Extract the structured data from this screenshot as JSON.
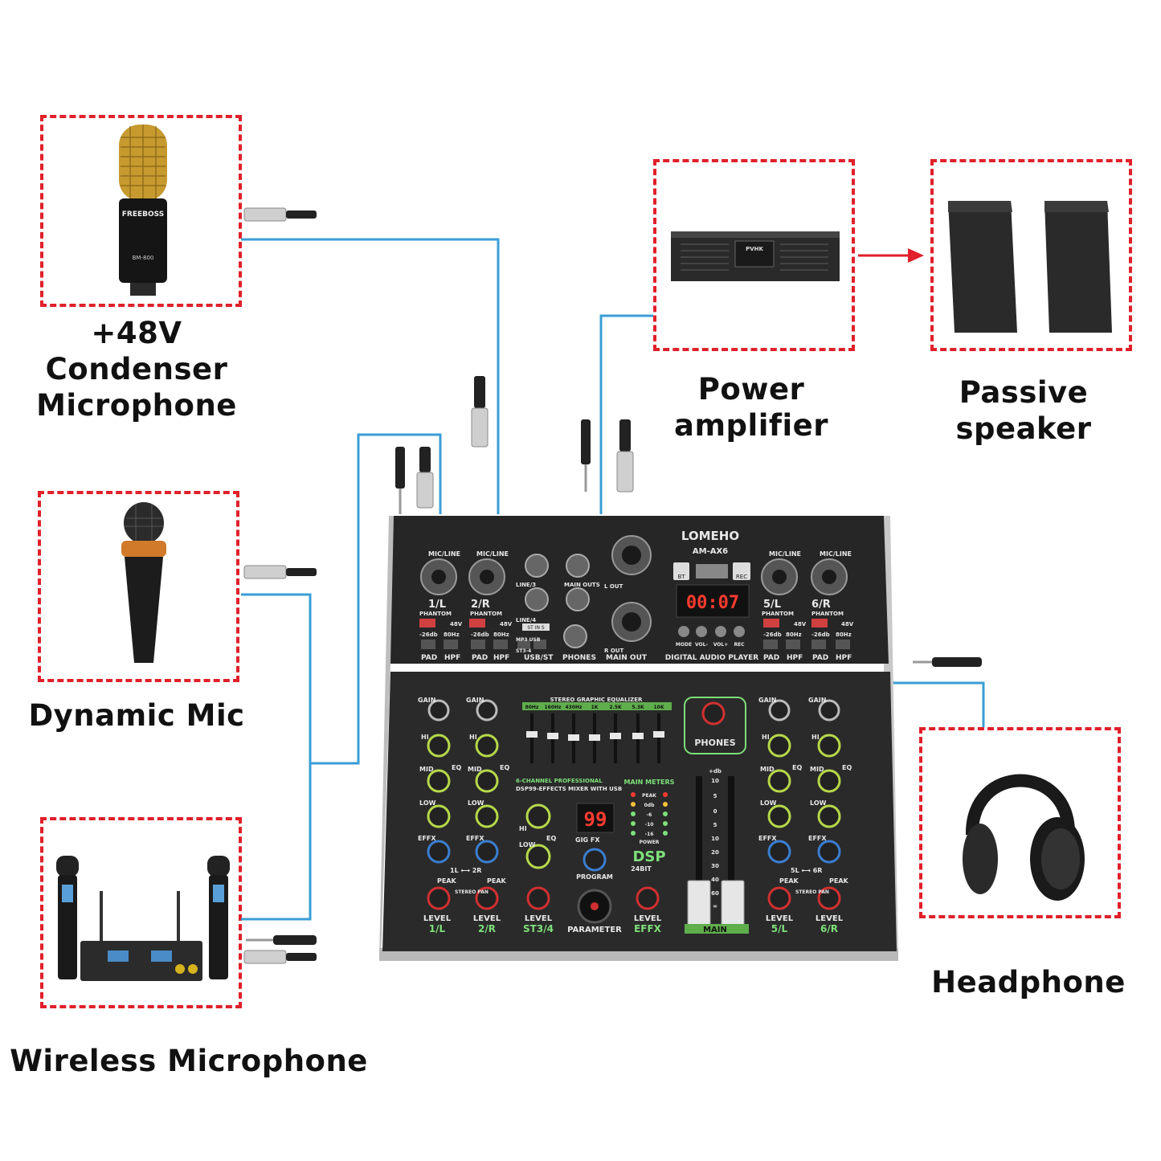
{
  "devices": {
    "condenser_mic": {
      "label_line1": "+48V",
      "label_line2": "Condenser",
      "label_line3": "Microphone",
      "brand": "FREEBOSS",
      "model": "BM-800"
    },
    "dynamic_mic": {
      "label": "Dynamic Mic"
    },
    "wireless_mic": {
      "label": "Wireless Microphone"
    },
    "power_amplifier": {
      "label": "Power amplifier",
      "brand": "PVHK"
    },
    "passive_speaker": {
      "label": "Passive speaker"
    },
    "headphone": {
      "label": "Headphone"
    }
  },
  "mixer": {
    "brand": "LOMEHO",
    "model": "AM-AX6",
    "display_time": "00:07",
    "effects_display": "99",
    "subtitle_line1": "6-CHANNEL PROFESSIONAL",
    "subtitle_line2": "DSP99-EFFECTS MIXER WITH USB",
    "dsp_label": "DSP",
    "dsp_bits": "24BIT",
    "graphic_eq_title": "STEREO GRAPHIC EQUALIZER",
    "eq_bands": [
      "80Hz",
      "160Hz",
      "430Hz",
      "1K",
      "2.5K",
      "5.3K",
      "10K"
    ],
    "top_labels": {
      "ch1": "1/L",
      "ch2": "2/R",
      "ch5": "5/L",
      "ch6": "6/R",
      "mic_line": "MIC/LINE",
      "phantom": "PHANTOM",
      "v48": "48V",
      "pad": "PAD",
      "hpf": "HPF",
      "minus26": "-26db",
      "hz80": "80Hz",
      "line3": "LINE/3",
      "line4": "LINE/4",
      "st_in": "ST IN S",
      "usb_st": "USB/ST",
      "mp3_usb": "MP3 USB",
      "st34": "ST3-4",
      "main_outs": "MAIN OUTS",
      "phones_jack": "PHONES",
      "l_out": "L OUT",
      "r_out": "R OUT",
      "main_out": "MAIN OUT",
      "bt": "BT",
      "rec": "REC",
      "mode": "MODE",
      "vol_minus": "VOL-",
      "vol_plus": "VOL+",
      "rec_btn": "REC",
      "digital_player": "DIGITAL AUDIO PLAYER"
    },
    "knob_labels": {
      "gain": "GAIN",
      "hi": "HI",
      "mid": "MID",
      "low": "LOW",
      "eq": "EQ",
      "effx": "EFFX",
      "peak": "PEAK",
      "level": "LEVEL",
      "stereo_pan": "STEREO PAN",
      "phones": "PHONES",
      "program": "PROGRAM",
      "parameter": "PARAMETER",
      "power": "POWER"
    },
    "channel_names": [
      "1/L",
      "2/R",
      "ST3/4",
      "EFFX",
      "5/L",
      "6/R"
    ],
    "meters_title": "MAIN METERS",
    "meter_scale": [
      "PEAK",
      "0db",
      "-6",
      "-10",
      "-16"
    ],
    "fader_scale": [
      "+db",
      "10",
      "5",
      "0",
      "5",
      "10",
      "20",
      "30",
      "40",
      "60",
      "∞"
    ],
    "fader_label": "MAIN",
    "pan_ch12": "1L ⟷ 2R",
    "pan_ch56": "5L ⟷ 6R",
    "gig_fx": "GIG FX"
  },
  "colors": {
    "frame": "#e0202a",
    "cable": "#3a9ed6",
    "arrow": "#e0202a",
    "mixer_body": "#262626",
    "accent_green": "#7ee07a"
  }
}
